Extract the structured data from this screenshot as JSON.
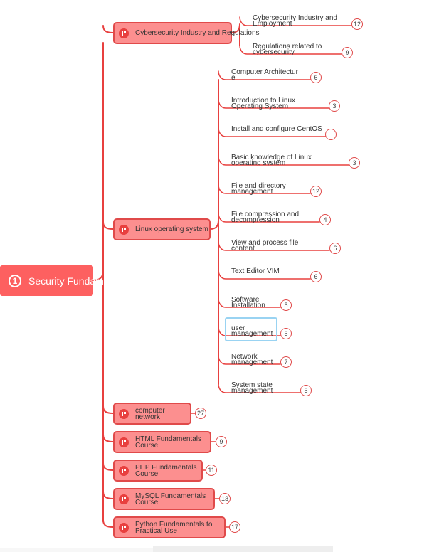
{
  "root": {
    "number": "1",
    "label": "Security Fundamentals"
  },
  "branches": [
    {
      "label": "Cybersecurity Industry and Regulations",
      "count": "",
      "children": [
        {
          "lines": [
            "Cybersecurity Industry and",
            "Employment"
          ],
          "count": "12"
        },
        {
          "lines": [
            "Regulations related to",
            "cybersecurity"
          ],
          "count": "9"
        }
      ]
    },
    {
      "label": "Linux operating system",
      "count": "",
      "children": [
        {
          "lines": [
            "Computer Architectur",
            "e"
          ],
          "count": "6"
        },
        {
          "lines": [
            "Introduction to Linux",
            "Operating System"
          ],
          "count": "3"
        },
        {
          "lines": [
            "Install and configure CentOS"
          ],
          "count": ""
        },
        {
          "lines": [
            "Basic knowledge of Linux",
            "operating system"
          ],
          "count": "3"
        },
        {
          "lines": [
            "File and directory",
            "management"
          ],
          "count": "12"
        },
        {
          "lines": [
            "File compression and",
            "decompression"
          ],
          "count": "4"
        },
        {
          "lines": [
            "View and process file",
            "content"
          ],
          "count": "6"
        },
        {
          "lines": [
            "Text Editor VIM"
          ],
          "count": "6"
        },
        {
          "lines": [
            "Software",
            "Installation"
          ],
          "count": "5"
        },
        {
          "lines": [
            "user",
            "management"
          ],
          "count": "5"
        },
        {
          "lines": [
            "Network",
            "management"
          ],
          "count": "7"
        },
        {
          "lines": [
            "System state",
            "management"
          ],
          "count": "5"
        }
      ]
    },
    {
      "label": [
        "computer",
        "network"
      ],
      "count": "27"
    },
    {
      "label": [
        "HTML Fundamentals",
        "Course"
      ],
      "count": "9"
    },
    {
      "label": [
        "PHP Fundamentals",
        "Course"
      ],
      "count": "11"
    },
    {
      "label": [
        "MySQL Fundamentals",
        "Course"
      ],
      "count": "13"
    },
    {
      "label": [
        "Python Fundamentals to",
        "Practical Use"
      ],
      "count": "17"
    }
  ],
  "colors": {
    "root": "#fd6060",
    "branch_fill": "#fc8f8f",
    "branch_border": "#e04a4a",
    "line": "#e8403f",
    "selection": "#99d3f2"
  }
}
